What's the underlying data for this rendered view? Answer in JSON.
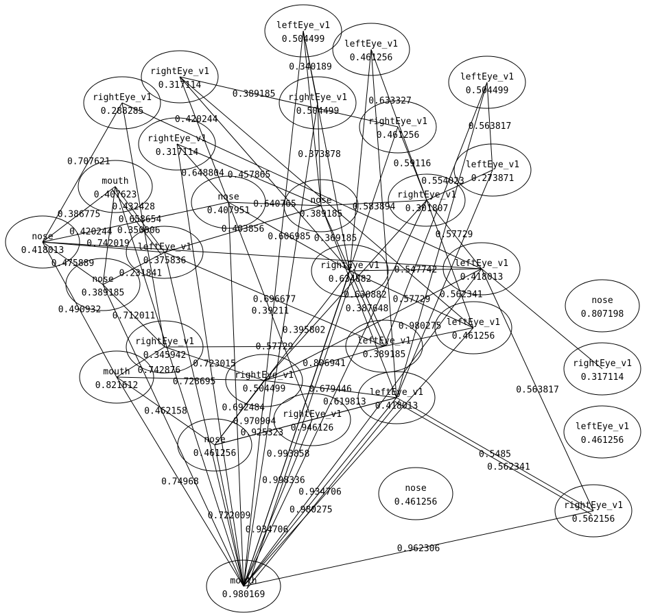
{
  "nodes": [
    {
      "label": "leftEye_v1",
      "value": "0.504499"
    },
    {
      "label": "leftEye_v1",
      "value": "0.461256"
    },
    {
      "label": "leftEye_v1",
      "value": "0.504499"
    },
    {
      "label": "rightEye_v1",
      "value": "0.317114"
    },
    {
      "label": "rightEye_v1",
      "value": "0.288285"
    },
    {
      "label": "rightEye_v1",
      "value": "0.504499"
    },
    {
      "label": "rightEye_v1",
      "value": "0.461256"
    },
    {
      "label": "rightEye_v1",
      "value": "0.317114"
    },
    {
      "label": "leftEye_v1",
      "value": "0.273871"
    },
    {
      "label": "mouth",
      "value": "0.407623"
    },
    {
      "label": "nose",
      "value": "0.407951"
    },
    {
      "label": "nose",
      "value": "0.389185"
    },
    {
      "label": "rightEye_v1",
      "value": "0.301807"
    },
    {
      "label": "nose",
      "value": "0.418013"
    },
    {
      "label": "leftEye_v1",
      "value": "0.375836"
    },
    {
      "label": "nose",
      "value": "0.389185"
    },
    {
      "label": "rightEye_v1",
      "value": "0.634882"
    },
    {
      "label": "leftEye_v1",
      "value": "0.418013"
    },
    {
      "label": "nose",
      "value": "0.807198"
    },
    {
      "label": "leftEye_v1",
      "value": "0.461256"
    },
    {
      "label": "rightEye_v1",
      "value": "0.345942"
    },
    {
      "label": "leftEye_v1",
      "value": "0.389185"
    },
    {
      "label": "mouth",
      "value": "0.821612"
    },
    {
      "label": "rightEye_v1",
      "value": "0.317114"
    },
    {
      "label": "rightEye_v1",
      "value": "0.504499"
    },
    {
      "label": "rightEye_v1",
      "value": "0.946126"
    },
    {
      "label": "leftEye_v1",
      "value": "0.418013"
    },
    {
      "label": "leftEye_v1",
      "value": "0.461256"
    },
    {
      "label": "nose",
      "value": "0.461256"
    },
    {
      "label": "nose",
      "value": "0.461256"
    },
    {
      "label": "rightEye_v1",
      "value": "0.562156"
    },
    {
      "label": "mouth",
      "value": "0.980169"
    }
  ],
  "edges": [
    {
      "from": 31,
      "to": 30,
      "label": "0.962306"
    },
    {
      "from": 17,
      "to": 30,
      "label": "0.563817"
    },
    {
      "from": 26,
      "to": 30,
      "label": "0.5485"
    },
    {
      "from": 26,
      "to": 30,
      "label": "0.562341"
    },
    {
      "from": 31,
      "to": 28,
      "label": "0.722009"
    },
    {
      "from": 31,
      "to": 22,
      "label": "0.74968"
    },
    {
      "from": 31,
      "to": 26,
      "label": "0.934706"
    },
    {
      "from": 31,
      "to": 26,
      "label": "0.980275"
    },
    {
      "from": 31,
      "to": 16,
      "label": "0.993858"
    },
    {
      "from": 31,
      "to": 16,
      "label": "0.998336"
    },
    {
      "from": 31,
      "to": 25,
      "label": "0.934706"
    },
    {
      "from": 13,
      "to": 9,
      "label": "0.386775"
    },
    {
      "from": 4,
      "to": 13,
      "label": "0.707621"
    },
    {
      "from": 13,
      "to": 15,
      "label": "0.475889"
    },
    {
      "from": 13,
      "to": 22,
      "label": "0.490932"
    },
    {
      "from": 2,
      "to": 8,
      "label": "0.563817"
    },
    {
      "from": 0,
      "to": 5,
      "label": "0.340189"
    },
    {
      "from": 1,
      "to": 12,
      "label": "0.633327"
    },
    {
      "from": 3,
      "to": 10,
      "label": "0.420244"
    },
    {
      "from": 7,
      "to": 11,
      "label": "0.457865"
    },
    {
      "from": 7,
      "to": 10,
      "label": "0.648804"
    },
    {
      "from": 9,
      "to": 14,
      "label": "0.658654"
    },
    {
      "from": 13,
      "to": 10,
      "label": "0.420244"
    },
    {
      "from": 9,
      "to": 15,
      "label": "0.742019"
    },
    {
      "from": 9,
      "to": 14,
      "label": "0.432428"
    },
    {
      "from": 13,
      "to": 14,
      "label": "0.350006"
    },
    {
      "from": 15,
      "to": 20,
      "label": "0.712011"
    },
    {
      "from": 15,
      "to": 14,
      "label": "0.231841"
    },
    {
      "from": 14,
      "to": 11,
      "label": "0.403856"
    },
    {
      "from": 16,
      "to": 17,
      "label": "0.547742"
    },
    {
      "from": 11,
      "to": 12,
      "label": "0.583894"
    },
    {
      "from": 6,
      "to": 12,
      "label": "0.59116"
    },
    {
      "from": 12,
      "to": 8,
      "label": "0.554023"
    },
    {
      "from": 11,
      "to": 16,
      "label": "0.369185"
    },
    {
      "from": 12,
      "to": 17,
      "label": "0.57729"
    },
    {
      "from": 12,
      "to": 19,
      "label": "0.562341"
    },
    {
      "from": 16,
      "to": 21,
      "label": "0.387648"
    },
    {
      "from": 16,
      "to": 19,
      "label": "0.57729"
    },
    {
      "from": 20,
      "to": 21,
      "label": "0.57729"
    },
    {
      "from": 20,
      "to": 24,
      "label": "0.723015"
    },
    {
      "from": 20,
      "to": 22,
      "label": "0.742876"
    },
    {
      "from": 22,
      "to": 24,
      "label": "0.728695"
    },
    {
      "from": 22,
      "to": 28,
      "label": "0.462158"
    },
    {
      "from": 24,
      "to": 26,
      "label": "0.679446"
    },
    {
      "from": 24,
      "to": 21,
      "label": "0.806941"
    },
    {
      "from": 25,
      "to": 26,
      "label": "0.619813"
    },
    {
      "from": 28,
      "to": 26,
      "label": "0.925323"
    },
    {
      "from": 28,
      "to": 25,
      "label": "0.970904"
    },
    {
      "from": 28,
      "to": 16,
      "label": "0.395802"
    },
    {
      "from": 28,
      "to": 24,
      "label": "0.692484"
    },
    {
      "from": 21,
      "to": 16,
      "label": "0.630882"
    },
    {
      "from": 21,
      "to": 19,
      "label": "0.980275"
    },
    {
      "from": 10,
      "to": 16,
      "label": "0.606985"
    },
    {
      "from": 14,
      "to": 21,
      "label": "0.696677"
    },
    {
      "from": 10,
      "to": 11,
      "label": "0.640765"
    },
    {
      "from": 3,
      "to": 6,
      "label": "0.389185"
    },
    {
      "from": 5,
      "to": 11,
      "label": "0.373878"
    },
    {
      "from": 10,
      "to": 25,
      "label": "0.39211"
    },
    {
      "from": 0,
      "to": 11,
      "label": ""
    },
    {
      "from": 0,
      "to": 16,
      "label": ""
    },
    {
      "from": 1,
      "to": 16,
      "label": ""
    },
    {
      "from": 1,
      "to": 26,
      "label": ""
    },
    {
      "from": 2,
      "to": 21,
      "label": ""
    },
    {
      "from": 2,
      "to": 26,
      "label": ""
    },
    {
      "from": 3,
      "to": 16,
      "label": ""
    },
    {
      "from": 4,
      "to": 20,
      "label": ""
    },
    {
      "from": 5,
      "to": 31,
      "label": ""
    },
    {
      "from": 6,
      "to": 31,
      "label": ""
    },
    {
      "from": 0,
      "to": 31,
      "label": ""
    },
    {
      "from": 7,
      "to": 31,
      "label": ""
    },
    {
      "from": 9,
      "to": 31,
      "label": ""
    },
    {
      "from": 10,
      "to": 31,
      "label": ""
    },
    {
      "from": 14,
      "to": 31,
      "label": ""
    },
    {
      "from": 15,
      "to": 31,
      "label": ""
    },
    {
      "from": 12,
      "to": 31,
      "label": ""
    },
    {
      "from": 17,
      "to": 31,
      "label": ""
    },
    {
      "from": 19,
      "to": 31,
      "label": ""
    },
    {
      "from": 8,
      "to": 26,
      "label": ""
    },
    {
      "from": 13,
      "to": 17,
      "label": ""
    },
    {
      "from": 4,
      "to": 17,
      "label": ""
    },
    {
      "from": 3,
      "to": 19,
      "label": ""
    },
    {
      "from": 11,
      "to": 26,
      "label": ""
    },
    {
      "from": 12,
      "to": 24,
      "label": ""
    },
    {
      "from": 17,
      "to": 24,
      "label": ""
    },
    {
      "from": 23,
      "to": 17,
      "label": ""
    }
  ]
}
